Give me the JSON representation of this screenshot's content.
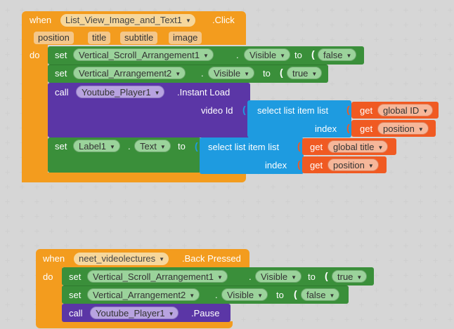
{
  "event1": {
    "when": "when",
    "component": "List_View_Image_and_Text1",
    "event": ".Click",
    "params": [
      "position",
      "title",
      "subtitle",
      "image"
    ],
    "do": "do",
    "stmt1": {
      "set": "set",
      "component": "Vertical_Scroll_Arrangement1",
      "dot": ".",
      "prop": "Visible",
      "to": "to",
      "value": "false"
    },
    "stmt2": {
      "set": "set",
      "component": "Vertical_Arrangement2",
      "dot": ".",
      "prop": "Visible",
      "to": "to",
      "value": "true"
    },
    "stmt3": {
      "call": "call",
      "component": "Youtube_Player1",
      "method": ".Instant Load",
      "arg_label": "video Id",
      "select": "select list item  list",
      "index_label": "index",
      "list_get": "get",
      "list_var": "global ID",
      "index_get": "get",
      "index_var": "position"
    },
    "stmt4": {
      "set": "set",
      "component": "Label1",
      "dot": ".",
      "prop": "Text",
      "to": "to",
      "select": "select list item  list",
      "index_label": "index",
      "list_get": "get",
      "list_var": "global title",
      "index_get": "get",
      "index_var": "position"
    }
  },
  "event2": {
    "when": "when",
    "component": "neet_videolectures",
    "event": ".Back Pressed",
    "do": "do",
    "stmt1": {
      "set": "set",
      "component": "Vertical_Scroll_Arrangement1",
      "dot": ".",
      "prop": "Visible",
      "to": "to",
      "value": "true"
    },
    "stmt2": {
      "set": "set",
      "component": "Vertical_Arrangement2",
      "dot": ".",
      "prop": "Visible",
      "to": "to",
      "value": "false"
    },
    "stmt3": {
      "call": "call",
      "component": "Youtube_Player1",
      "method": ".Pause"
    }
  },
  "colors": {
    "event": "#f39c1e",
    "setter": "#3a8f3a",
    "call": "#5b36a6",
    "list": "#1e9be0",
    "variable": "#f05a22"
  },
  "icons": {
    "dropdown": "caret-down-icon",
    "socket": "socket-bracket"
  }
}
